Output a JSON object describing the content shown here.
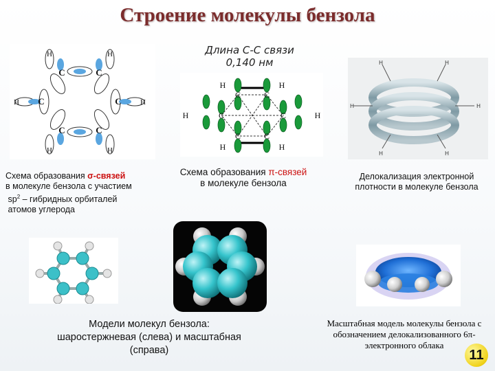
{
  "title": "Строение молекулы бензола",
  "bond_length": {
    "line1": "Длина  С-С связи",
    "line2": "0,140 нм"
  },
  "captions": {
    "sigma": {
      "prefix": "Схема образования ",
      "highlight": "σ-связей",
      "line2": "в молекуле бензола с участием",
      "line3_sp": "sp",
      "line3_sup": "2",
      "line3_rest": " – гибридных орбиталей",
      "line4": "атомов углерода"
    },
    "pi": {
      "prefix": "Схема образования ",
      "highlight": "π-связей",
      "line2": "в молекуле бензола"
    },
    "deloc": {
      "line1": "Делокализация электронной",
      "line2": "плотности в молекуле бензола"
    },
    "models": {
      "line1": "Модели молекул бензола:",
      "line2": "шаростержневая (слева) и масштабная",
      "line3": "(справа)"
    },
    "scale": {
      "line1": "Масштабная модель молекулы бензола с",
      "line2": "обозначением делокализованного  6π-",
      "line3": "электронного облака"
    }
  },
  "diagram_labels": {
    "carbon": "C",
    "hydrogen": "H"
  },
  "slide_number": "11",
  "colors": {
    "title": "#7b2c2c",
    "orbital_green": "#1a9a3a",
    "carbon_teal": "#3cc0c8",
    "ring_gray": "#8aa0a8"
  }
}
